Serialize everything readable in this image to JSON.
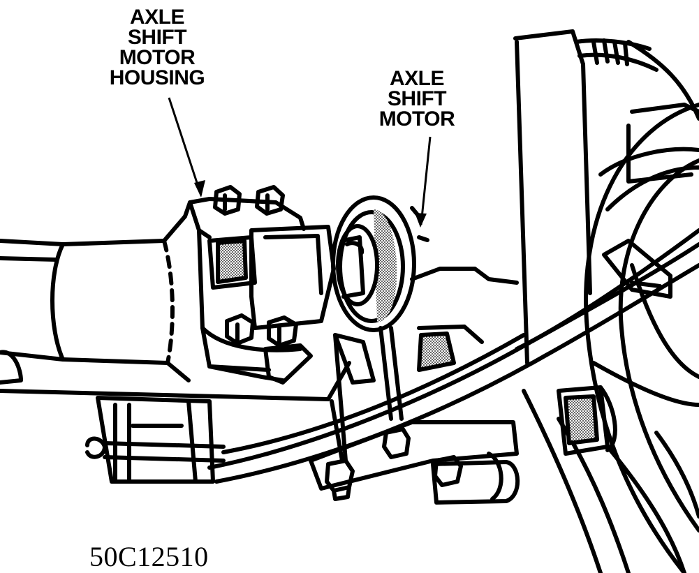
{
  "labels": {
    "axle_shift_motor_housing": "AXLE\nSHIFT\nMOTOR\nHOUSING",
    "axle_shift_motor": "AXLE\nSHIFT\nMOTOR"
  },
  "figure_id": "50C12510",
  "colors": {
    "ink": "#000000",
    "paper": "#ffffff",
    "shade": "#bdbdbd"
  }
}
